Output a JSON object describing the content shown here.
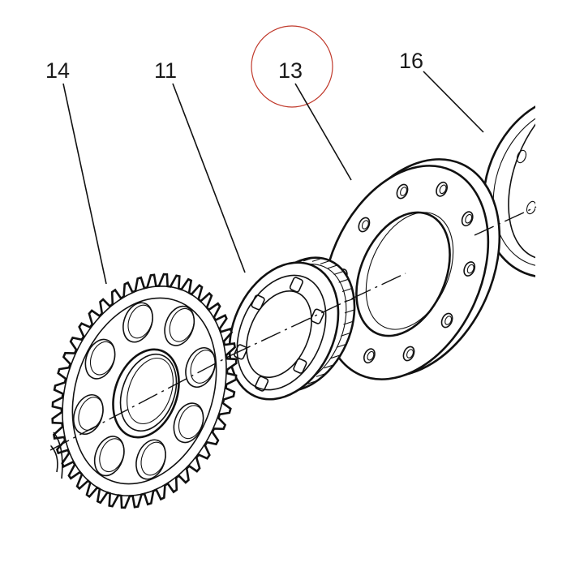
{
  "diagram": {
    "callouts": {
      "part14": "14",
      "part11": "11",
      "part13": "13",
      "part16": "16"
    },
    "colors": {
      "line": "#111111",
      "highlight_circle": "#c0392b",
      "background": "#ffffff"
    },
    "gear_teeth": 44,
    "flange_bolt_holes": 10
  }
}
